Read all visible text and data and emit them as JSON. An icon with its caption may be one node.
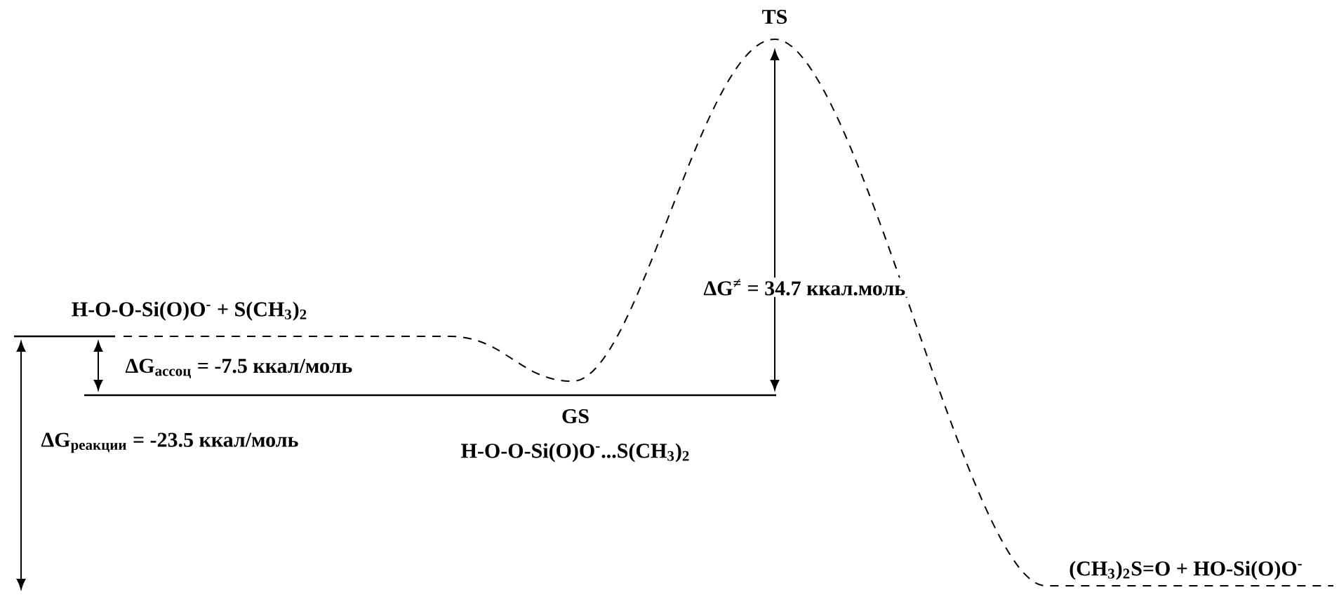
{
  "diagram": {
    "labels": [
      "TS",
      "ΔG$^{≠}$ = 34.7 ккал.моль",
      "H-O-O-Si(O)O$^{-}$ + S(CH$_{3}$)$_{2}$",
      "ΔG$_{ассоц}$ = -7.5 ккал/моль",
      "GS",
      "H-O-O-Si(O)O$^{-}$...S(CH$_{3}$)$_{2}$",
      "ΔG$_{реакции}$ = -23.5 ккал/моль",
      "(CH$_{3}$)$_{2}$S=O + HO-Si(O)O$^{-}$"
    ]
  }
}
